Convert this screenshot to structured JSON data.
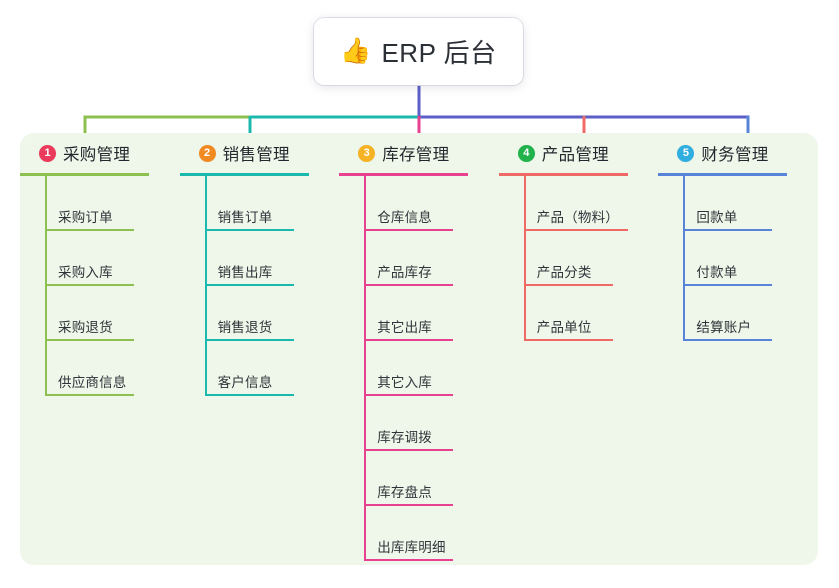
{
  "title": {
    "icon": "thumbs-up-icon",
    "icon_glyph": "👍",
    "text": "ERP 后台"
  },
  "panel": {
    "background_color": "#eff7ea"
  },
  "connector": {
    "stem_color": "#5b5fc7",
    "bus_segments": [
      {
        "color": "#8cc152"
      },
      {
        "color": "#1bb8ae"
      },
      {
        "color": "#5b5fc7"
      }
    ]
  },
  "columns": [
    {
      "index": "1",
      "title": "采购管理",
      "badge_color": "#ea3b5c",
      "line_color": "#8cc152",
      "items": [
        "采购订单",
        "采购入库",
        "采购退货",
        "供应商信息"
      ]
    },
    {
      "index": "2",
      "title": "销售管理",
      "badge_color": "#f18a21",
      "line_color": "#1bb8ae",
      "items": [
        "销售订单",
        "销售出库",
        "销售退货",
        "客户信息"
      ]
    },
    {
      "index": "3",
      "title": "库存管理",
      "badge_color": "#f5b323",
      "line_color": "#e8418f",
      "items": [
        "仓库信息",
        "产品库存",
        "其它出库",
        "其它入库",
        "库存调拨",
        "库存盘点",
        "出库库明细"
      ]
    },
    {
      "index": "4",
      "title": "产品管理",
      "badge_color": "#21b24b",
      "line_color": "#ef6a64",
      "items": [
        "产品（物料）",
        "产品分类",
        "产品单位"
      ]
    },
    {
      "index": "5",
      "title": "财务管理",
      "badge_color": "#31aee0",
      "line_color": "#5784d8",
      "items": [
        "回款单",
        "付款单",
        "结算账户"
      ]
    }
  ]
}
